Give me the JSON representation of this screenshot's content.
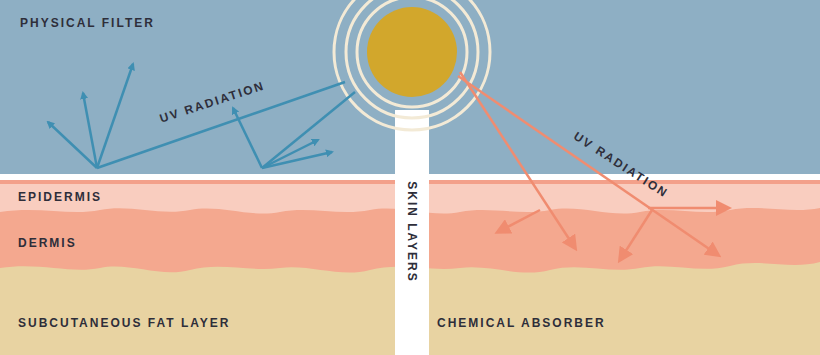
{
  "diagram": {
    "labels": [
      "PHYSICAL FILTER",
      "UV RADIATION",
      "UV RADIATION",
      "EPIDERMIS",
      "DERMIS",
      "SUBCUTANEOUS FAT LAYER",
      "SKIN LAYERS",
      "CHEMICAL ABSORBER"
    ]
  }
}
